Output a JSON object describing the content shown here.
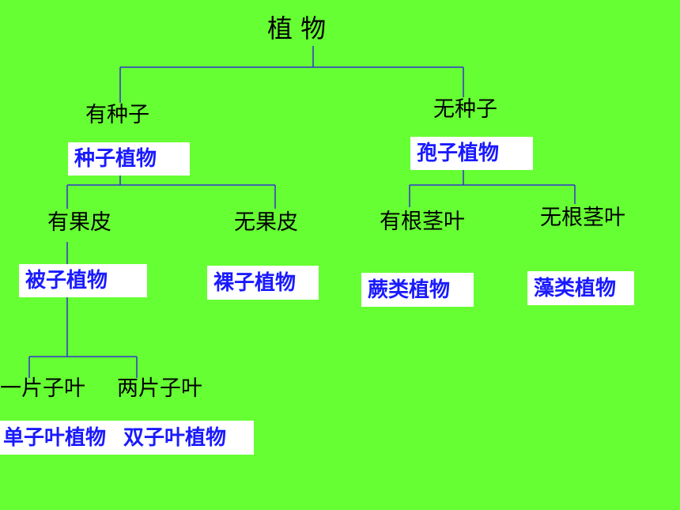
{
  "colors": {
    "background": "#66ff33",
    "connector": "#3333cc",
    "box_text": "#1a1aff",
    "box_fill": "#ffffff"
  },
  "root": "植 物",
  "branches": {
    "seed": {
      "label": "有种子",
      "group": "种子植物",
      "fruit": {
        "label": "有果皮",
        "group": "被子植物",
        "mono": {
          "label": "一片子叶",
          "group": "单子叶植物"
        },
        "dicot": {
          "label": "两片子叶",
          "group": "双子叶植物"
        }
      },
      "nofruit": {
        "label": "无果皮",
        "group": "裸子植物"
      }
    },
    "noseed": {
      "label": "无种子",
      "group": "孢子植物",
      "roots": {
        "label": "有根茎叶",
        "group": "蕨类植物"
      },
      "noroots": {
        "label": "无根茎叶",
        "group": "藻类植物"
      }
    }
  }
}
